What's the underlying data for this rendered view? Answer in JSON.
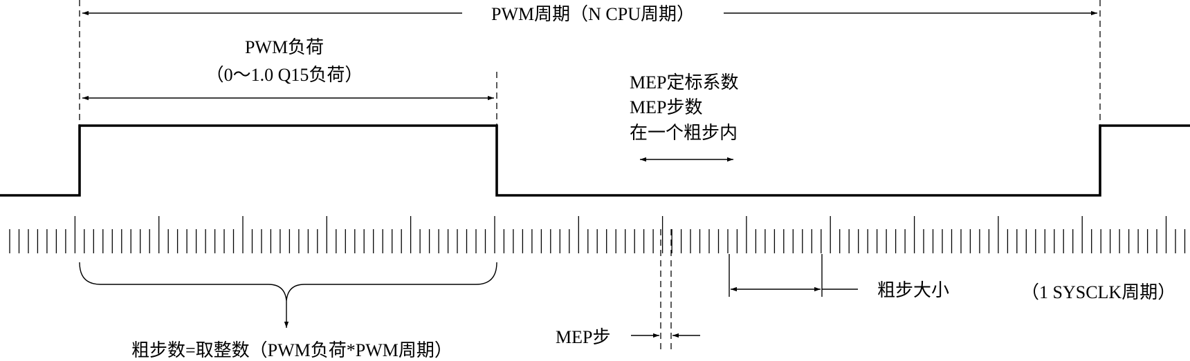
{
  "labels": {
    "pwm_period": "PWM周期（N  CPU周期）",
    "pwm_duty": "PWM负荷",
    "pwm_duty_range": "（0～1.0  Q15负荷）",
    "mep_scale": "MEP定标系数",
    "mep_steps": "MEP步数",
    "in_coarse_step": "在一个粗步内",
    "coarse_step_size": "粗步大小",
    "sysclk_period": "（1 SYSCLK周期）",
    "mep_step": "MEP步",
    "coarse_step_count": "粗步数=取整数（PWM负荷*PWM周期）"
  }
}
